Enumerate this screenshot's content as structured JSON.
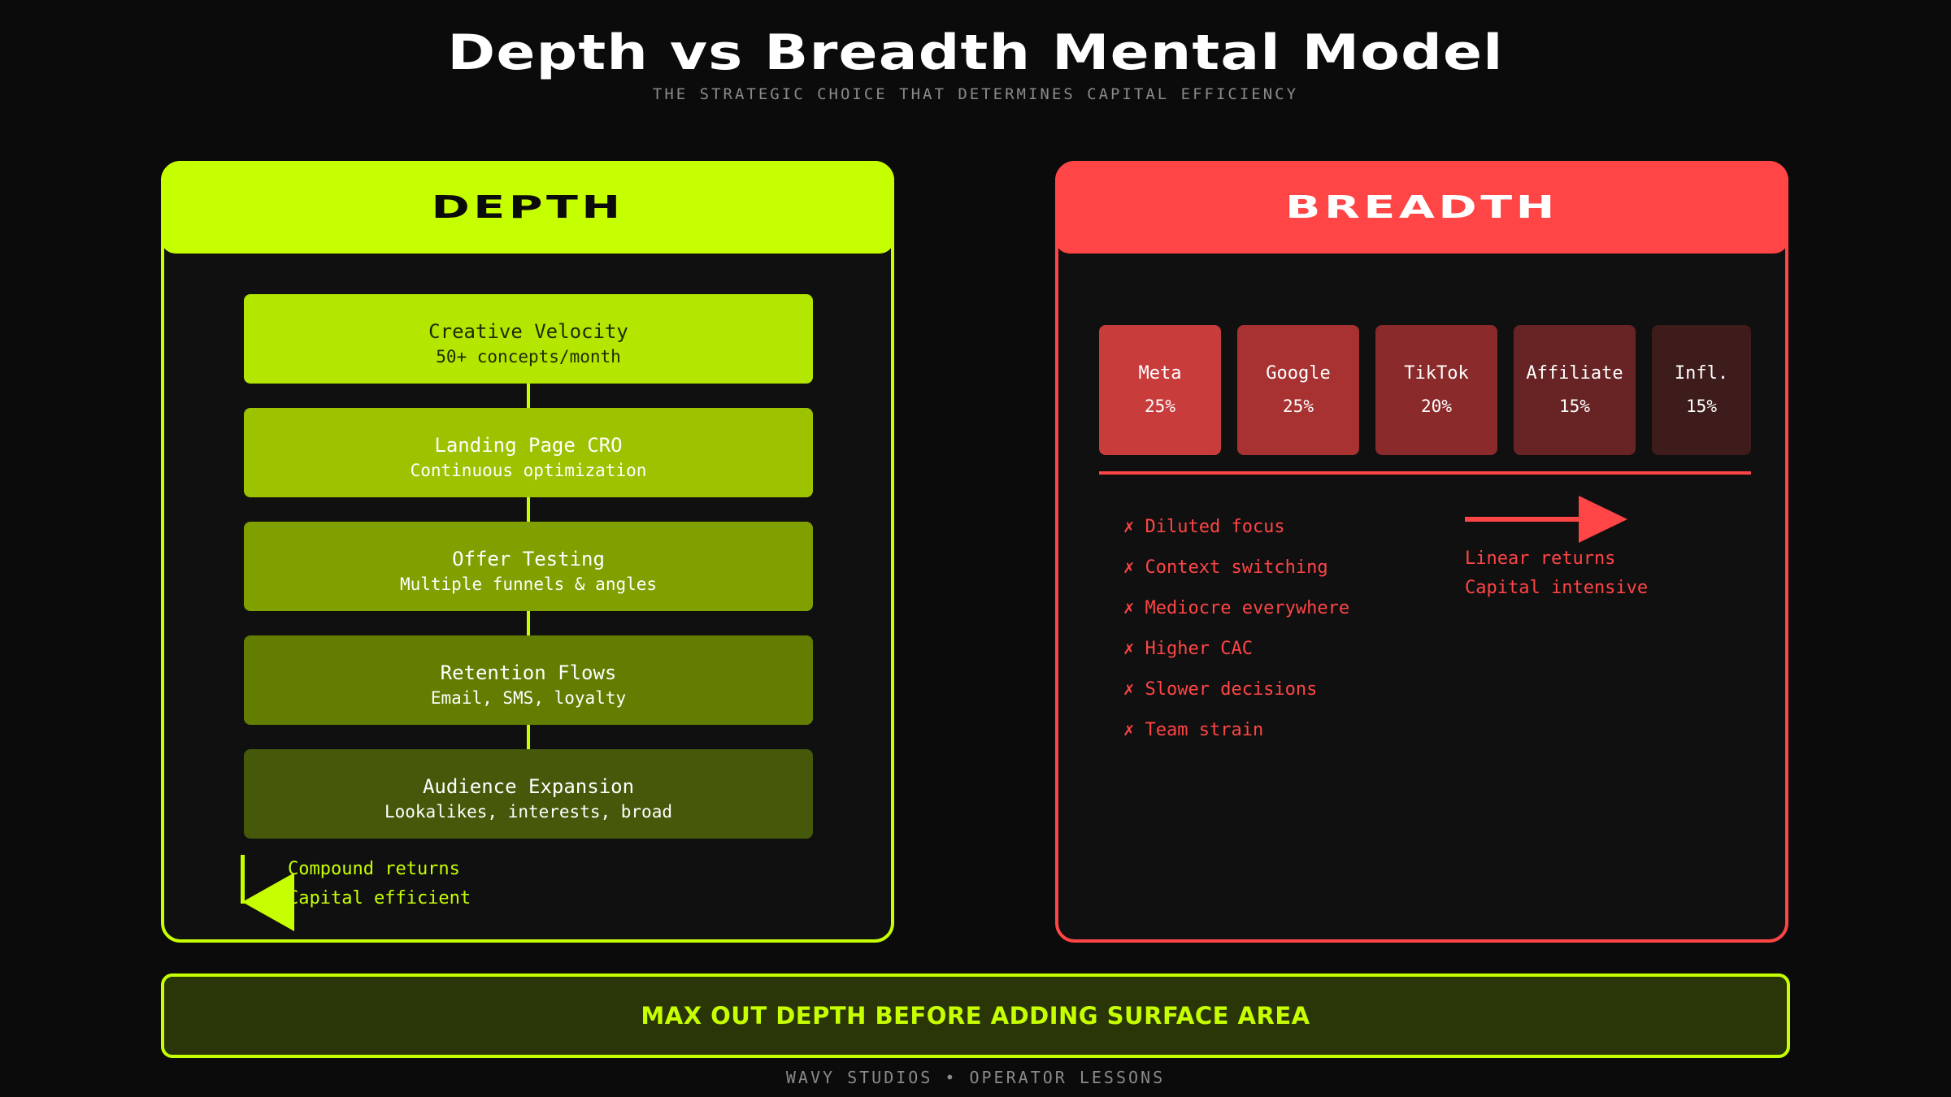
{
  "header": {
    "title": "Depth vs Breadth Mental Model",
    "subtitle": "THE STRATEGIC CHOICE THAT DETERMINES CAPITAL EFFICIENCY"
  },
  "depth": {
    "heading": "DEPTH",
    "items": [
      {
        "name": "Creative Velocity",
        "desc": "50+ concepts/month",
        "bg": "#b3e600",
        "fg": "#1f2a00"
      },
      {
        "name": "Landing Page CRO",
        "desc": "Continuous optimization",
        "bg": "#9dc200",
        "fg": "#ffffff"
      },
      {
        "name": "Offer Testing",
        "desc": "Multiple funnels & angles",
        "bg": "#80a000",
        "fg": "#ffffff"
      },
      {
        "name": "Retention Flows",
        "desc": "Email, SMS, loyalty",
        "bg": "#627d00",
        "fg": "#ffffff"
      },
      {
        "name": "Audience Expansion",
        "desc": "Lookalikes, interests, broad",
        "bg": "#46590a",
        "fg": "#ffffff"
      }
    ],
    "outcome_line1": "Compound returns",
    "outcome_line2": "Capital efficient",
    "accent": "#c6ff00"
  },
  "breadth": {
    "heading": "BREADTH",
    "channels": [
      {
        "name": "Meta",
        "share": "25%",
        "bg": "#c83c3c"
      },
      {
        "name": "Google",
        "share": "25%",
        "bg": "#a83232"
      },
      {
        "name": "TikTok",
        "share": "20%",
        "bg": "#8a2a2a"
      },
      {
        "name": "Affiliate",
        "share": "15%",
        "bg": "#682424"
      },
      {
        "name": "Infl.",
        "share": "15%",
        "bg": "#3e1c1c"
      }
    ],
    "cons": [
      "✗ Diluted focus",
      "✗ Context switching",
      "✗ Mediocre everywhere",
      "✗ Higher CAC",
      "✗ Slower decisions",
      "✗ Team strain"
    ],
    "outcome_line1": "Linear returns",
    "outcome_line2": "Capital intensive",
    "accent": "#ff4545"
  },
  "banner": {
    "text": "MAX OUT DEPTH BEFORE ADDING SURFACE AREA"
  },
  "footer": {
    "text": "WAVY STUDIOS • OPERATOR LESSONS"
  }
}
